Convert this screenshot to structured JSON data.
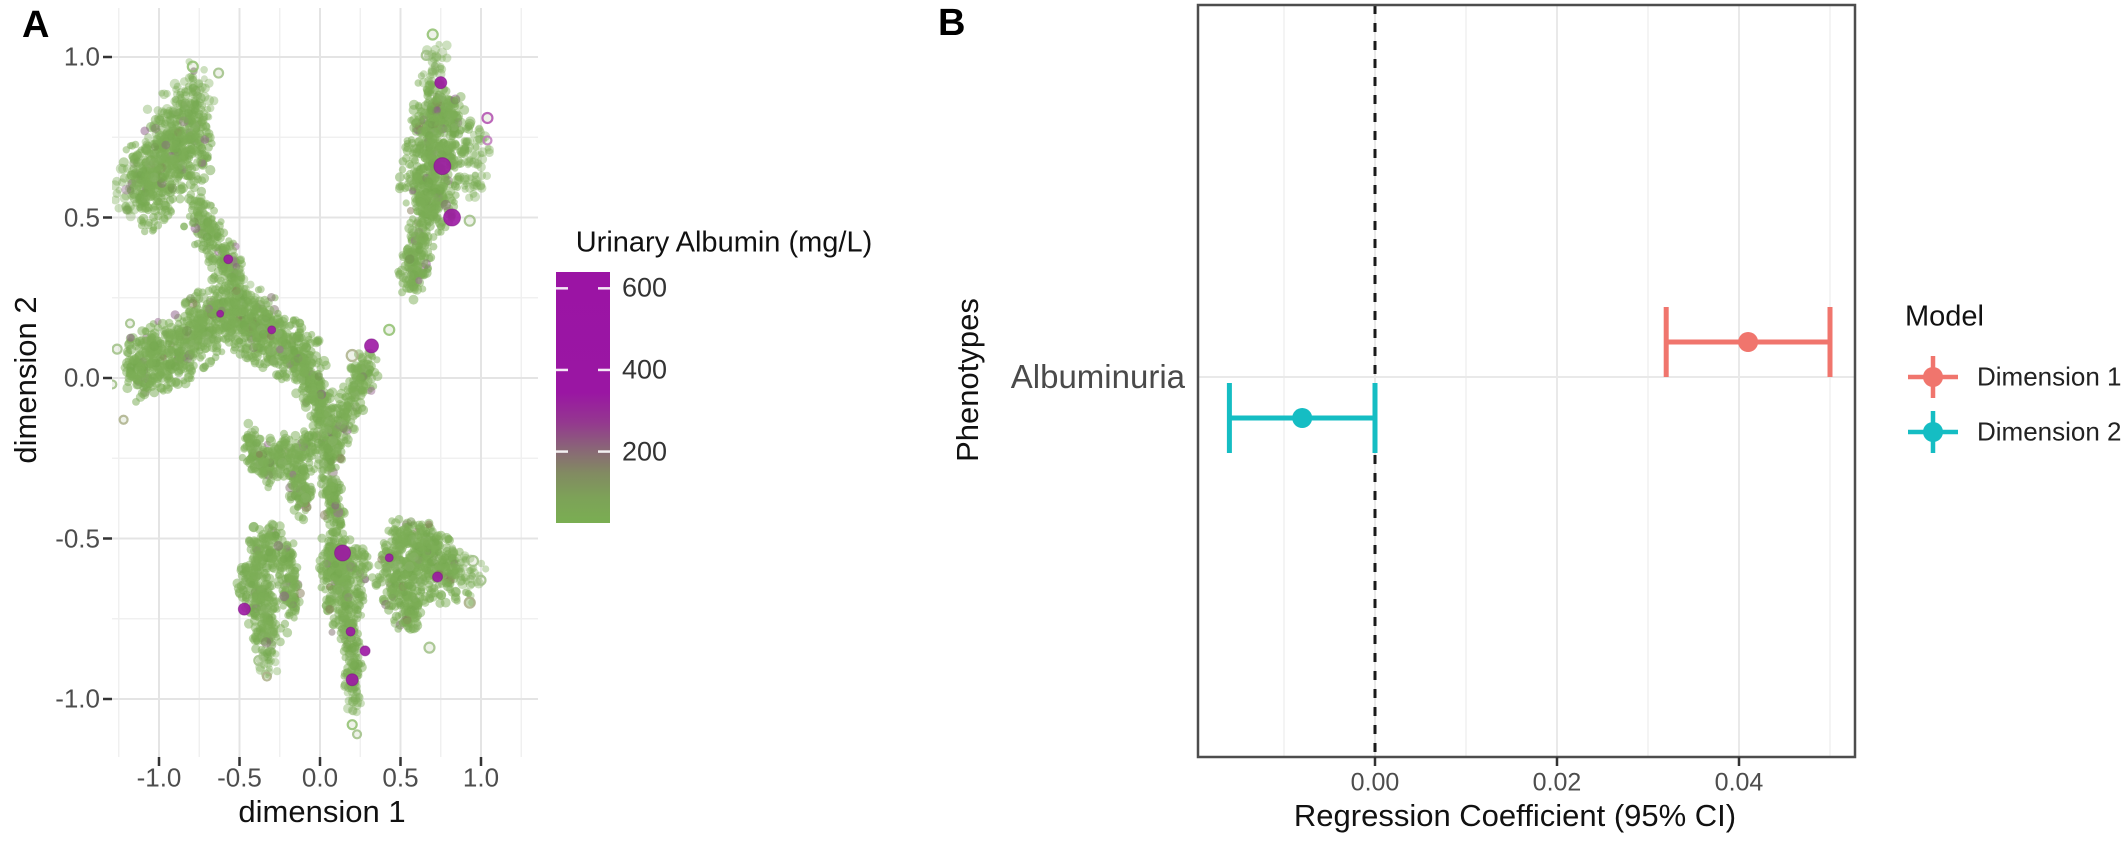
{
  "figure": {
    "panel_a_label": "A",
    "panel_b_label": "B"
  },
  "colors": {
    "scatter_green": "#7CAE56",
    "scatter_green_dark": "#74A74E",
    "scatter_green_pale": "#88B168",
    "high_albumin_purple": "#9C17A3",
    "dimension1_red": "#F0756D",
    "dimension2_teal": "#15BDC3",
    "grid_major": "#E4E4E4",
    "grid_minor": "#F0F0F0",
    "panel_border": "#4d4d4d",
    "tick_text": "#4D4D4D",
    "axis_text": "#111111"
  },
  "chart_data": [
    {
      "type": "scatter",
      "panel": "A",
      "xlabel": "dimension 1",
      "ylabel": "dimension 2",
      "xlim": [
        -1.32,
        1.35
      ],
      "ylim": [
        -1.17,
        1.15
      ],
      "x_ticks": {
        "values": [
          -1.0,
          -0.5,
          0.0,
          0.5,
          1.0
        ],
        "labels": [
          "-1.0",
          "-0.5",
          "0.0",
          "0.5",
          "1.0"
        ]
      },
      "y_ticks": {
        "values": [
          1.0,
          0.5,
          0.0,
          -0.5,
          -1.0
        ],
        "labels": [
          "1.0",
          "0.5",
          "0.0",
          "-0.5",
          "-1.0"
        ]
      },
      "grid": true,
      "color_scale": {
        "title": "Urinary Albumin (mg/L)",
        "low_color": "#7AAE52",
        "high_color": "#9B14A4",
        "domain": [
          25,
          640
        ],
        "ticks": {
          "values": [
            600,
            400,
            200
          ],
          "labels": [
            "600",
            "400",
            "200"
          ]
        }
      },
      "clusters": [
        [
          -1.15,
          0.57,
          -0.72,
          0.79,
          0.13,
          800,
          0
        ],
        [
          -1.06,
          0.72,
          -0.7,
          0.9,
          0.08,
          180,
          1
        ],
        [
          -1.23,
          0.53,
          -1.08,
          0.66,
          0.06,
          70,
          1
        ],
        [
          -0.8,
          0.54,
          -0.52,
          0.3,
          0.07,
          280,
          0
        ],
        [
          -0.52,
          0.3,
          -0.44,
          0.22,
          0.035,
          50,
          1
        ],
        [
          0.64,
          0.52,
          0.78,
          0.88,
          0.15,
          850,
          0
        ],
        [
          0.93,
          0.58,
          1.0,
          0.76,
          0.06,
          90,
          1
        ],
        [
          0.55,
          0.28,
          0.67,
          0.52,
          0.07,
          260,
          0
        ],
        [
          0.7,
          0.9,
          0.73,
          1.02,
          0.045,
          45,
          1
        ],
        [
          -1.18,
          0.02,
          -0.9,
          0.09,
          0.095,
          380,
          0
        ],
        [
          -0.9,
          0.08,
          -0.58,
          0.22,
          0.1,
          430,
          0
        ],
        [
          -0.58,
          0.22,
          -0.28,
          0.13,
          0.1,
          430,
          0
        ],
        [
          -0.28,
          0.13,
          -0.05,
          0.02,
          0.09,
          340,
          0
        ],
        [
          -0.05,
          0.02,
          0.07,
          -0.2,
          0.075,
          280,
          0
        ],
        [
          0.07,
          -0.22,
          0.31,
          0.06,
          0.062,
          270,
          0
        ],
        [
          -0.04,
          -0.22,
          -0.35,
          -0.27,
          0.065,
          270,
          0
        ],
        [
          -0.35,
          -0.27,
          -0.45,
          -0.2,
          0.05,
          110,
          0
        ],
        [
          -0.16,
          -0.3,
          -0.09,
          -0.4,
          0.055,
          130,
          0
        ],
        [
          0.04,
          -0.22,
          0.1,
          -0.47,
          0.05,
          210,
          0
        ],
        [
          0.02,
          -0.55,
          0.3,
          -0.58,
          0.055,
          140,
          0
        ],
        [
          0.08,
          -0.55,
          0.18,
          -0.76,
          0.095,
          330,
          0
        ],
        [
          0.18,
          -0.76,
          0.21,
          -0.95,
          0.05,
          140,
          0
        ],
        [
          0.21,
          -0.95,
          0.22,
          -1.04,
          0.028,
          35,
          1
        ],
        [
          -0.44,
          -0.57,
          -0.3,
          -0.82,
          0.085,
          330,
          0
        ],
        [
          -0.22,
          -0.55,
          -0.17,
          -0.74,
          0.055,
          170,
          0
        ],
        [
          -0.43,
          -0.53,
          -0.23,
          -0.52,
          0.06,
          140,
          0
        ],
        [
          -0.36,
          -0.84,
          -0.31,
          -0.91,
          0.04,
          35,
          1
        ],
        [
          0.4,
          -0.55,
          0.6,
          -0.75,
          0.09,
          330,
          0
        ],
        [
          0.55,
          -0.55,
          0.85,
          -0.62,
          0.09,
          330,
          0
        ],
        [
          0.44,
          -0.5,
          0.74,
          -0.52,
          0.055,
          180,
          0
        ],
        [
          0.86,
          -0.57,
          0.98,
          -0.65,
          0.05,
          55,
          1
        ]
      ],
      "high_albumin_points": [
        [
          0.75,
          0.92,
          6
        ],
        [
          0.76,
          0.66,
          8.5
        ],
        [
          0.82,
          0.5,
          8.5
        ],
        [
          0.32,
          0.1,
          7
        ],
        [
          0.14,
          -0.545,
          8
        ],
        [
          0.2,
          -0.94,
          6
        ],
        [
          0.28,
          -0.85,
          5
        ],
        [
          0.19,
          -0.79,
          4.5
        ],
        [
          -0.47,
          -0.72,
          6
        ],
        [
          0.73,
          -0.62,
          5
        ],
        [
          -0.57,
          0.37,
          4.5
        ],
        [
          -0.3,
          0.15,
          4
        ],
        [
          0.43,
          -0.56,
          4
        ],
        [
          -0.62,
          0.2,
          3.5
        ]
      ],
      "outlier_ring_points": [
        [
          1.04,
          0.81,
          "#B04CAE",
          5
        ],
        [
          1.04,
          0.74,
          "#C07ABD",
          4
        ],
        [
          0.93,
          0.49,
          "#9FBF85",
          5
        ],
        [
          0.7,
          1.07,
          "#8FBF6F",
          5
        ],
        [
          0.66,
          1.005,
          "#9FBF85",
          4.5
        ],
        [
          -0.79,
          0.97,
          "#8FBF6F",
          5
        ],
        [
          -0.63,
          0.95,
          "#9FBF85",
          4.5
        ],
        [
          0.43,
          0.15,
          "#8FBF6F",
          5
        ],
        [
          0.2,
          0.07,
          "#ABB08A",
          5.5
        ],
        [
          0.95,
          -0.57,
          "#9FBF85",
          5
        ],
        [
          1.0,
          -0.63,
          "#9FBF85",
          4.5
        ],
        [
          0.93,
          -0.7,
          "#ABB08A",
          5
        ],
        [
          0.68,
          -0.84,
          "#9FBF85",
          5
        ],
        [
          -0.38,
          -0.88,
          "#9FBF85",
          4.5
        ],
        [
          -0.33,
          -0.93,
          "#ABB08A",
          4
        ],
        [
          -1.26,
          0.09,
          "#9FBF85",
          4.5
        ],
        [
          -1.29,
          -0.02,
          "#9FBF85",
          4
        ],
        [
          -1.22,
          -0.13,
          "#ABB08A",
          4
        ],
        [
          -1.18,
          0.17,
          "#9FBF85",
          4
        ],
        [
          0.2,
          -1.08,
          "#8FBF6F",
          4.5
        ],
        [
          0.23,
          -1.11,
          "#9FBF85",
          4
        ]
      ]
    },
    {
      "type": "pointrange",
      "panel": "B",
      "xlabel": "Regression Coefficient (95% CI)",
      "ylabel": "Phenotypes",
      "categories": [
        "Albuminuria"
      ],
      "reference_line_x": 0.0,
      "xlim": [
        -0.0195,
        0.0527
      ],
      "x_ticks": {
        "values": [
          0.0,
          0.02,
          0.04
        ],
        "labels": [
          "0.00",
          "0.02",
          "0.04"
        ]
      },
      "legend_title": "Model",
      "series": [
        {
          "name": "Dimension 1",
          "color": "#F0756D",
          "estimate": 0.041,
          "ci_low": 0.032,
          "ci_high": 0.05
        },
        {
          "name": "Dimension 2",
          "color": "#15BDC3",
          "estimate": -0.008,
          "ci_low": -0.016,
          "ci_high": 0.0
        }
      ]
    }
  ]
}
